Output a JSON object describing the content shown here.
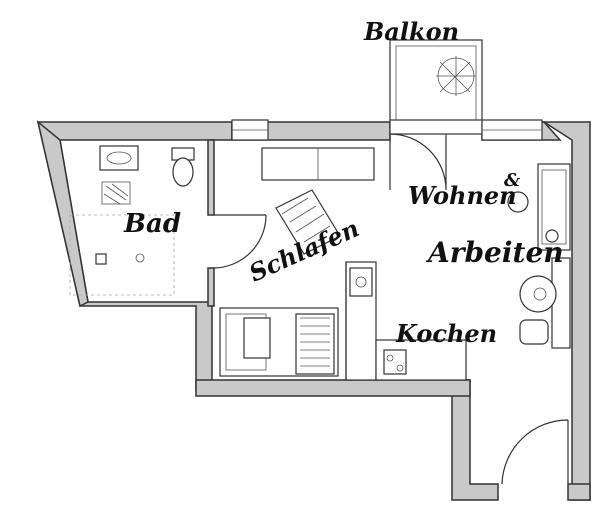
{
  "rooms": {
    "balkon": "Balkon",
    "bad": "Bad",
    "schlafen": "Schlafen",
    "wohnen": "Wohnen",
    "ampersand": "&",
    "arbeiten": "Arbeiten",
    "kochen": "Kochen"
  },
  "colors": {
    "wall": "#c9c9c9",
    "line": "#333333",
    "background": "#ffffff"
  }
}
